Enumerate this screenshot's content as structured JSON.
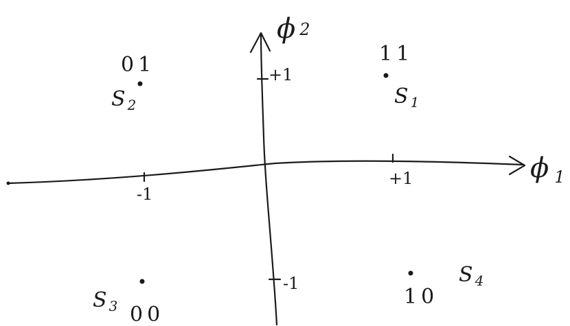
{
  "axes": {
    "x": {
      "symbol": "ϕ",
      "subscript": "1"
    },
    "y": {
      "symbol": "ϕ",
      "subscript": "2"
    }
  },
  "tick_labels": {
    "x_pos": "+1",
    "x_neg": "-1",
    "y_pos": "+1",
    "y_neg": "-1"
  },
  "points": [
    {
      "name": "S",
      "index": "1",
      "bits": "11",
      "x": 1,
      "y": 1
    },
    {
      "name": "S",
      "index": "2",
      "bits": "01",
      "x": -1,
      "y": 1
    },
    {
      "name": "S",
      "index": "3",
      "bits": "00",
      "x": -1,
      "y": -1
    },
    {
      "name": "S",
      "index": "4",
      "bits": "10",
      "x": 1,
      "y": -1
    }
  ],
  "colors": {
    "ink": "#1a1a1a",
    "background": "#ffffff"
  }
}
